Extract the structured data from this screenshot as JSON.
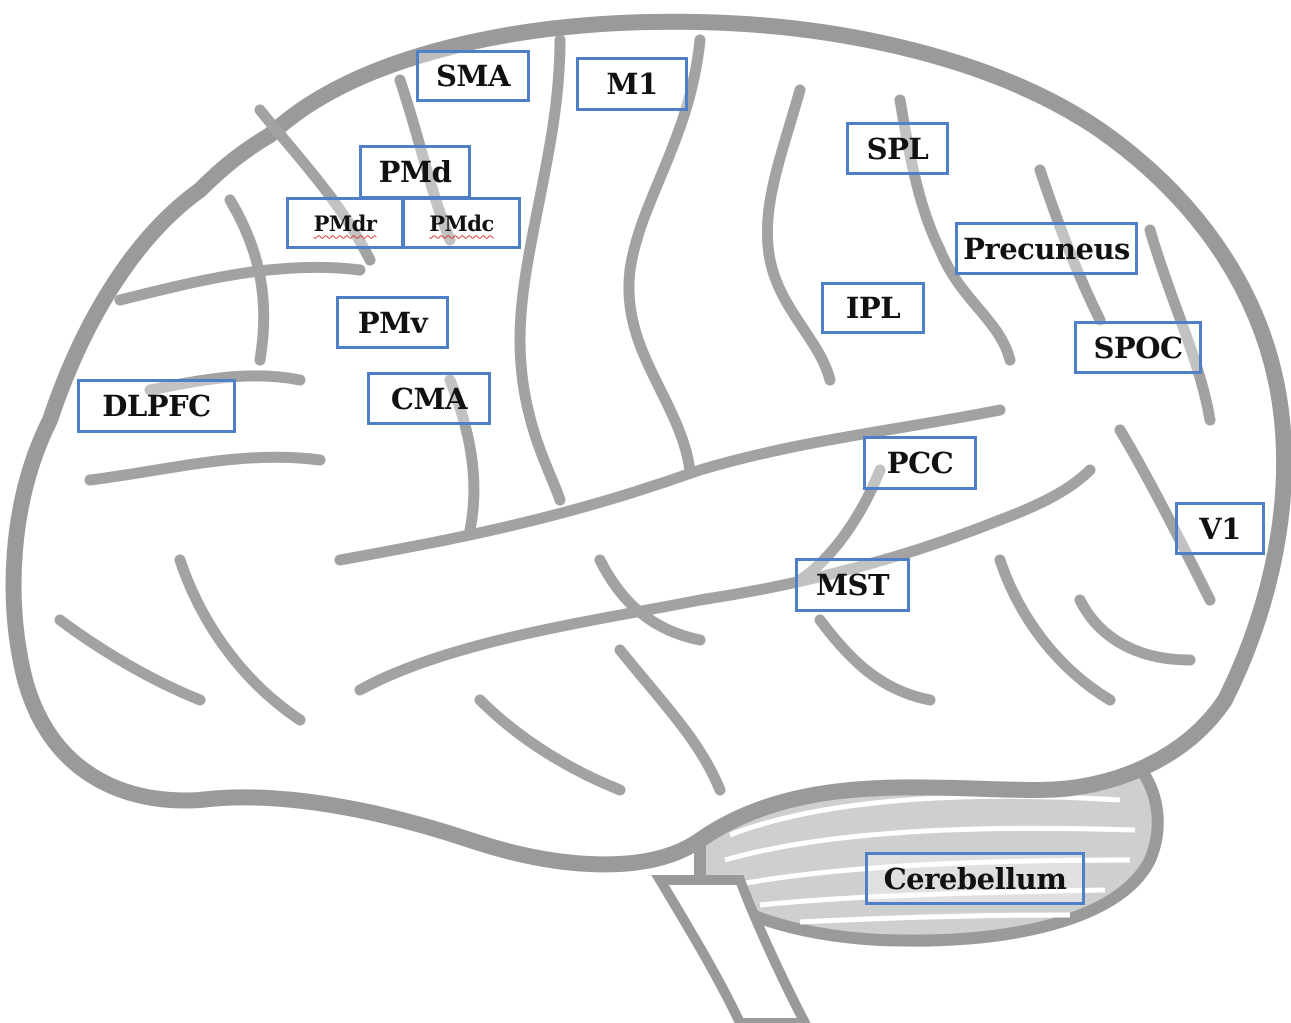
{
  "colors": {
    "box_border": "#4f7fc6",
    "outline": "#9a9a9a",
    "cerebellum": "#c8c8c8",
    "spellcheck_underline": "#d43a3a"
  },
  "regions": {
    "sma": "SMA",
    "m1": "M1",
    "pmd": "PMd",
    "pmdr": "PMdr",
    "pmdc": "PMdc",
    "spl": "SPL",
    "precuneus": "Precuneus",
    "ipl": "IPL",
    "spoc": "SPOC",
    "pmv": "PMv",
    "cma": "CMA",
    "dlpfc": "DLPFC",
    "pcc": "PCC",
    "v1": "V1",
    "mst": "MST",
    "cerebellum": "Cerebellum"
  }
}
